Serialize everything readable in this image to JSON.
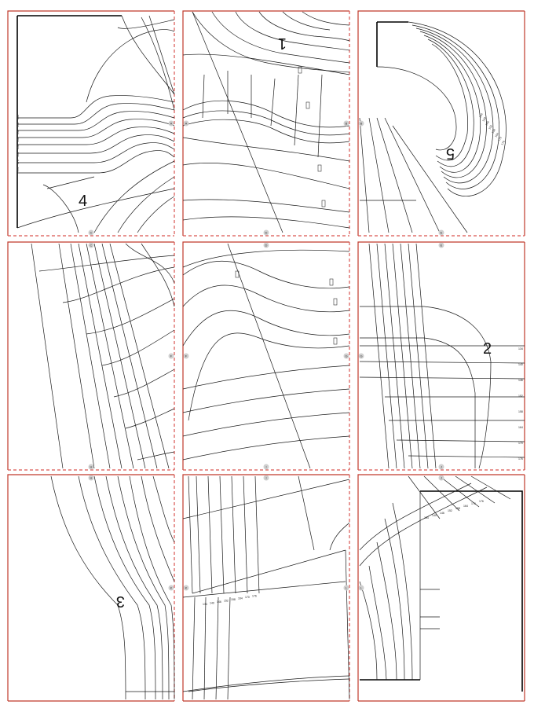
{
  "pieces": [
    {
      "id": "piece-4",
      "label": "4",
      "tile": 0,
      "rotated": false
    },
    {
      "id": "piece-1",
      "label": "1",
      "tile": 1,
      "rotated": true
    },
    {
      "id": "piece-5",
      "label": "5",
      "tile": 2,
      "rotated": true
    },
    {
      "id": "piece-2",
      "label": "2",
      "tile": 5,
      "rotated": false
    },
    {
      "id": "piece-3",
      "label": "3",
      "tile": 6,
      "rotated": true
    }
  ],
  "joinMarkers": [
    {
      "letter": "A",
      "tile": 0,
      "side": "right"
    },
    {
      "letter": "A",
      "tile": 1,
      "side": "left"
    },
    {
      "letter": "B",
      "tile": 1,
      "side": "right"
    },
    {
      "letter": "B",
      "tile": 2,
      "side": "left"
    },
    {
      "letter": "C",
      "tile": 0,
      "side": "bottom"
    },
    {
      "letter": "C",
      "tile": 3,
      "side": "top"
    },
    {
      "letter": "D",
      "tile": 1,
      "side": "bottom"
    },
    {
      "letter": "D",
      "tile": 4,
      "side": "top"
    },
    {
      "letter": "E",
      "tile": 2,
      "side": "bottom"
    },
    {
      "letter": "E",
      "tile": 5,
      "side": "top"
    },
    {
      "letter": "F",
      "tile": 3,
      "side": "right"
    },
    {
      "letter": "F",
      "tile": 4,
      "side": "left"
    },
    {
      "letter": "G",
      "tile": 4,
      "side": "right"
    },
    {
      "letter": "G",
      "tile": 5,
      "side": "left"
    },
    {
      "letter": "H",
      "tile": 3,
      "side": "bottom"
    },
    {
      "letter": "H",
      "tile": 6,
      "side": "top"
    },
    {
      "letter": "I",
      "tile": 4,
      "side": "bottom"
    },
    {
      "letter": "I",
      "tile": 7,
      "side": "top"
    },
    {
      "letter": "J",
      "tile": 5,
      "side": "bottom"
    },
    {
      "letter": "J",
      "tile": 8,
      "side": "top"
    },
    {
      "letter": "K",
      "tile": 6,
      "side": "right"
    },
    {
      "letter": "K",
      "tile": 7,
      "side": "left"
    },
    {
      "letter": "L",
      "tile": 7,
      "side": "right"
    },
    {
      "letter": "L",
      "tile": 8,
      "side": "left"
    }
  ],
  "sizeLabels": {
    "tile0": [
      "134",
      "140",
      "146",
      "152",
      "158",
      "164",
      "170",
      "176"
    ],
    "tile2": [
      "134",
      "140",
      "146",
      "152",
      "158",
      "164",
      "170",
      "176"
    ],
    "tile5": [
      "134",
      "140",
      "146",
      "152",
      "158",
      "164",
      "170",
      "176"
    ],
    "tile7": [
      "134",
      "140",
      "146",
      "152",
      "158",
      "164",
      "170",
      "176"
    ],
    "tile8": [
      "134",
      "140",
      "146",
      "152",
      "158",
      "164",
      "170",
      "176"
    ]
  }
}
